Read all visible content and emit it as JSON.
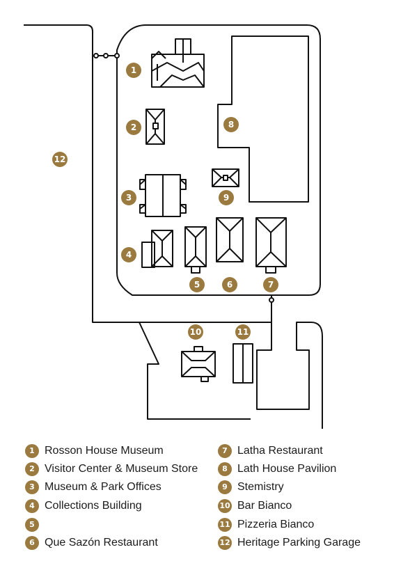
{
  "colors": {
    "marker": "#9b7a40",
    "line": "#111111",
    "text": "#1b1b1b"
  },
  "markers": [
    "1",
    "2",
    "3",
    "4",
    "5",
    "6",
    "7",
    "8",
    "9",
    "10",
    "11",
    "12"
  ],
  "legend": [
    {
      "num": "1",
      "label": "Rosson House Museum"
    },
    {
      "num": "2",
      "label": "Visitor Center & Museum Store"
    },
    {
      "num": "3",
      "label": "Museum & Park Offices"
    },
    {
      "num": "4",
      "label": "Collections Building"
    },
    {
      "num": "5",
      "label": ""
    },
    {
      "num": "6",
      "label": "Que Sazón Restaurant"
    },
    {
      "num": "7",
      "label": "Latha Restaurant"
    },
    {
      "num": "8",
      "label": "Lath House Pavilion"
    },
    {
      "num": "9",
      "label": "Stemistry"
    },
    {
      "num": "10",
      "label": "Bar Bianco"
    },
    {
      "num": "11",
      "label": "Pizzeria Bianco"
    },
    {
      "num": "12",
      "label": "Heritage Parking Garage"
    }
  ]
}
